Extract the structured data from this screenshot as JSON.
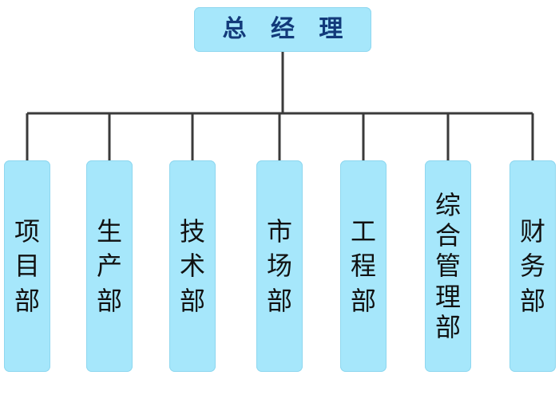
{
  "root": {
    "label": "总 经 理"
  },
  "departments": [
    {
      "label": "项目部",
      "chars": [
        "项",
        "目",
        "部"
      ]
    },
    {
      "label": "生产部",
      "chars": [
        "生",
        "产",
        "部"
      ]
    },
    {
      "label": "技术部",
      "chars": [
        "技",
        "术",
        "部"
      ]
    },
    {
      "label": "市场部",
      "chars": [
        "市",
        "场",
        "部"
      ]
    },
    {
      "label": "工程部",
      "chars": [
        "工",
        "程",
        "部"
      ]
    },
    {
      "label": "综合管理部",
      "chars": [
        "综",
        "合",
        "管",
        "理",
        "部"
      ]
    },
    {
      "label": "财务部",
      "chars": [
        "财",
        "务",
        "部"
      ]
    }
  ],
  "colors": {
    "node_fill": "#a6e7fb",
    "root_text": "#123a7a",
    "dept_text": "#111111",
    "connector": "#3a3a3a"
  }
}
